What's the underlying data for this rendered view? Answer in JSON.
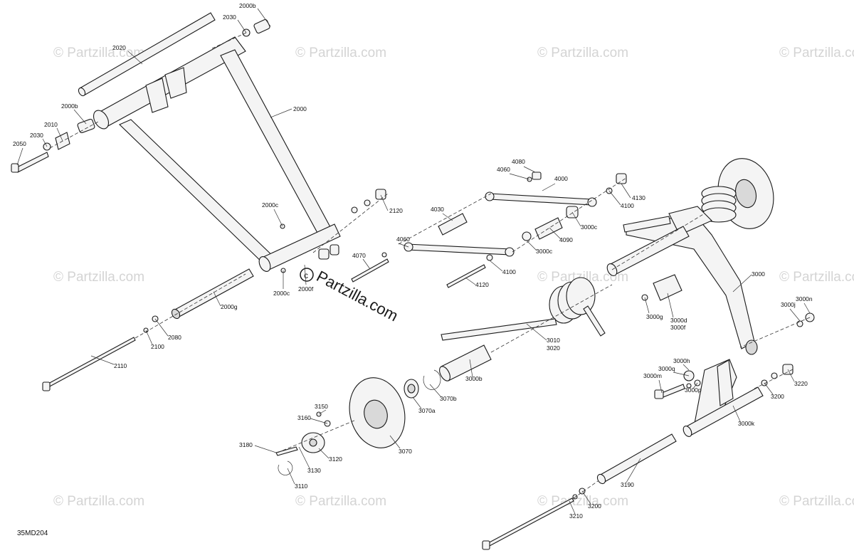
{
  "diagram_code": "35MD204",
  "brand": "Partzilla.com",
  "watermark": "© Partzilla.com",
  "callouts": [
    "2000b",
    "2030",
    "2020",
    "2000",
    "2000b",
    "2010",
    "2030",
    "2050",
    "2000c",
    "2120",
    "2000c",
    "2000f",
    "2000g",
    "2080",
    "2100",
    "2110",
    "4080",
    "4060",
    "4000",
    "4130",
    "4100",
    "4030",
    "3000c",
    "4090",
    "4060",
    "3000c",
    "4070",
    "4100",
    "4120",
    "3000",
    "3000g",
    "3000d",
    "3000f",
    "3000n",
    "3000j",
    "3010",
    "3020",
    "3000b",
    "3070b",
    "3070a",
    "3070",
    "3150",
    "3160",
    "3180",
    "3120",
    "3130",
    "3110",
    "3000h",
    "3000q",
    "3000m",
    "3000p",
    "3220",
    "3200",
    "3000k",
    "3190",
    "3200",
    "3210"
  ]
}
